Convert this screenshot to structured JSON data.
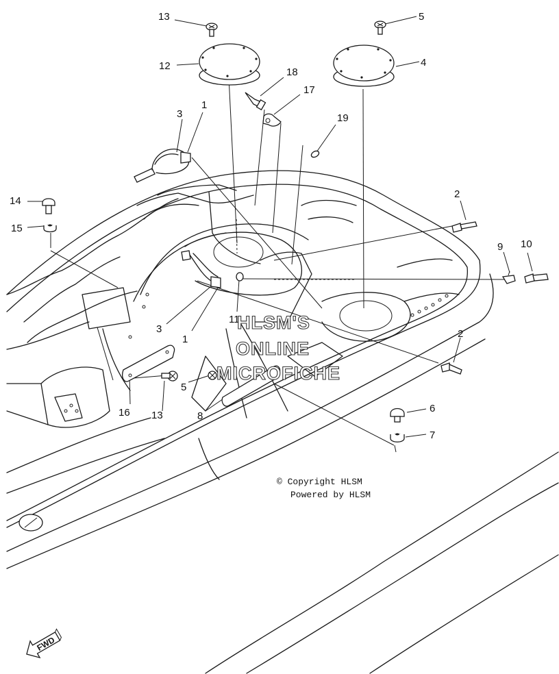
{
  "callouts": [
    {
      "id": "c13a",
      "label": "13"
    },
    {
      "id": "c5a",
      "label": "5"
    },
    {
      "id": "c12",
      "label": "12"
    },
    {
      "id": "c4",
      "label": "4"
    },
    {
      "id": "c18",
      "label": "18"
    },
    {
      "id": "c17",
      "label": "17"
    },
    {
      "id": "c3a",
      "label": "3"
    },
    {
      "id": "c1a",
      "label": "1"
    },
    {
      "id": "c19",
      "label": "19"
    },
    {
      "id": "c14",
      "label": "14"
    },
    {
      "id": "c15",
      "label": "15"
    },
    {
      "id": "c2a",
      "label": "2"
    },
    {
      "id": "c9",
      "label": "9"
    },
    {
      "id": "c10",
      "label": "10"
    },
    {
      "id": "c3b",
      "label": "3"
    },
    {
      "id": "c11",
      "label": "11"
    },
    {
      "id": "c1b",
      "label": "1"
    },
    {
      "id": "c2b",
      "label": "2"
    },
    {
      "id": "c5b",
      "label": "5"
    },
    {
      "id": "c16",
      "label": "16"
    },
    {
      "id": "c13b",
      "label": "13"
    },
    {
      "id": "c8",
      "label": "8"
    },
    {
      "id": "c6",
      "label": "6"
    },
    {
      "id": "c7",
      "label": "7"
    }
  ],
  "watermark": {
    "line1": "HLSM'S",
    "line2": "ONLINE",
    "line3": "MICROFICHE"
  },
  "copyright": {
    "line1": "© Copyright HLSM",
    "line2": "Powered by HLSM"
  },
  "fwd_label": "FWD"
}
